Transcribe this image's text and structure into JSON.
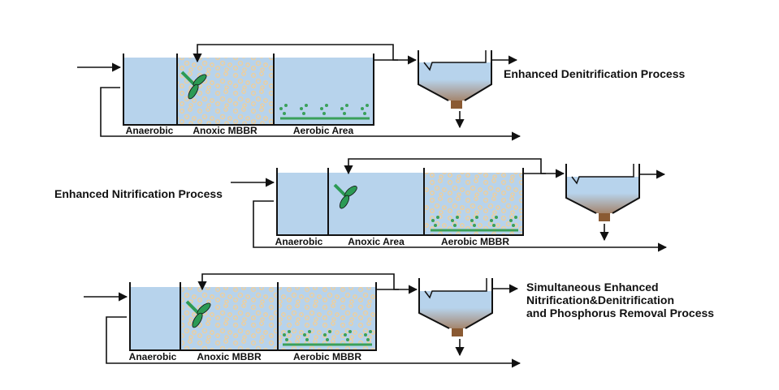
{
  "colors": {
    "water": "#b7d3ec",
    "sludge": "#a5866f",
    "outlet": "#8a5a33",
    "stroke": "#111111",
    "green": "#3aa05a",
    "mixer": "#2c9a55",
    "media": "#e8cfa5"
  },
  "processes": [
    {
      "title_lines": [
        "Enhanced Denitrification Process"
      ],
      "zones": [
        "Anaerobic",
        "Anoxic MBBR",
        "Aerobic Area"
      ]
    },
    {
      "title_lines": [
        "Enhanced Nitrification Process"
      ],
      "zones": [
        "Anaerobic",
        "Anoxic Area",
        "Aerobic MBBR"
      ]
    },
    {
      "title_lines": [
        "Simultaneous Enhanced",
        "Nitrification&Denitrification",
        "and Phosphorus Removal Process"
      ],
      "zones": [
        "Anaerobic",
        "Anoxic MBBR",
        "Aerobic MBBR"
      ]
    }
  ],
  "icons": [
    "mixer-icon",
    "aerator-icon",
    "flow-arrow-icon"
  ]
}
